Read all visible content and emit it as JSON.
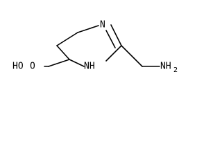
{
  "molecule": {
    "atoms": {
      "ring_nitrogen": "N",
      "ring_nh": "NH",
      "amine": "NH",
      "amine_subscript": "2",
      "carboxyl": "HO",
      "carboxyl_oxygen": "O"
    }
  },
  "colors": {
    "ink": "#000000",
    "background": "#ffffff"
  }
}
